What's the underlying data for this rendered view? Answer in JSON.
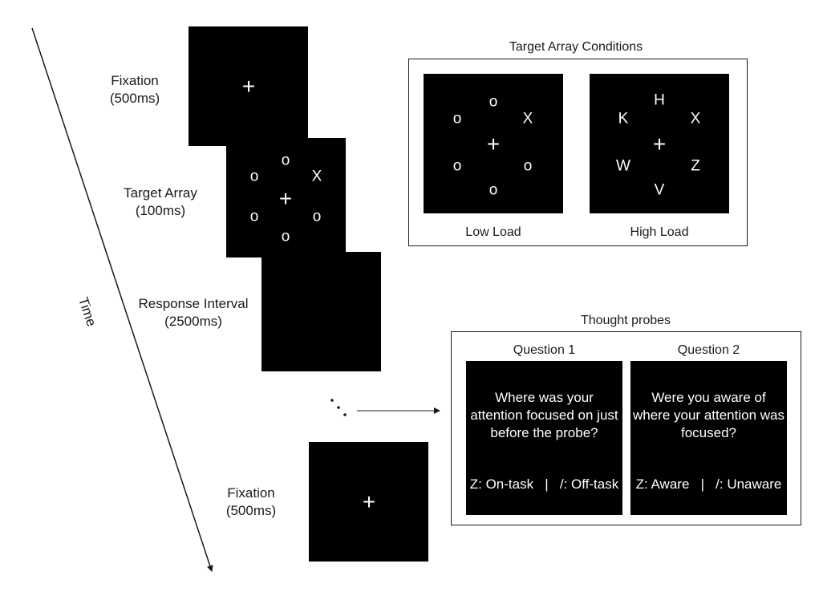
{
  "timeline": {
    "time_label": "Time",
    "steps": [
      {
        "name": "Fixation",
        "duration": "(500ms)"
      },
      {
        "name": "Target Array",
        "duration": "(100ms)"
      },
      {
        "name": "Response Interval",
        "duration": "(2500ms)"
      },
      {
        "name": "Fixation",
        "duration": "(500ms)"
      }
    ],
    "fixation_symbol": "+",
    "continuation": "..."
  },
  "target_array": {
    "letters": {
      "top": "o",
      "upper_left": "o",
      "upper_right": "X",
      "lower_left": "o",
      "lower_right": "o",
      "bottom": "o"
    }
  },
  "conditions": {
    "title": "Target Array Conditions",
    "low": {
      "caption": "Low Load",
      "letters": {
        "top": "o",
        "upper_left": "o",
        "upper_right": "X",
        "lower_left": "o",
        "lower_right": "o",
        "bottom": "o"
      }
    },
    "high": {
      "caption": "High Load",
      "letters": {
        "top": "H",
        "upper_left": "K",
        "upper_right": "X",
        "lower_left": "W",
        "lower_right": "Z",
        "bottom": "V"
      }
    }
  },
  "probes": {
    "title": "Thought probes",
    "q1": {
      "heading": "Question 1",
      "lines": [
        "Where was your",
        "attention focused on just",
        "before the probe?"
      ],
      "options": "Z: On-task   |   /: Off-task"
    },
    "q2": {
      "heading": "Question 2",
      "lines": [
        "Were you aware of",
        "where your attention was",
        "focused?"
      ],
      "options": "Z: Aware   |   /: Unaware"
    }
  }
}
